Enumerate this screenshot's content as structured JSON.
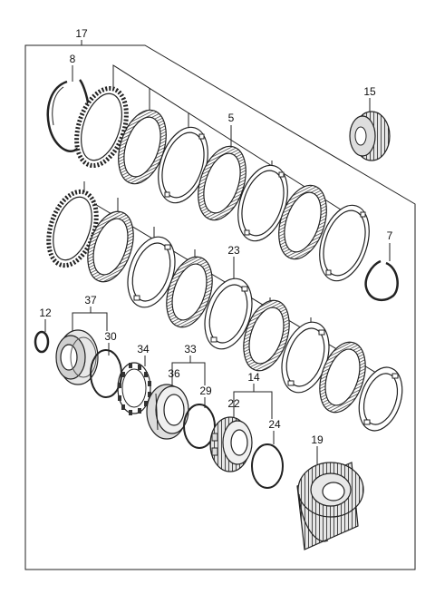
{
  "callouts": {
    "c17": "17",
    "c8": "8",
    "c15": "15",
    "c5": "5",
    "c7": "7",
    "c23": "23",
    "c12": "12",
    "c37": "37",
    "c30": "30",
    "c34": "34",
    "c33": "33",
    "c36": "36",
    "c29": "29",
    "c14": "14",
    "c22": "22",
    "c24": "24",
    "c19": "19"
  }
}
